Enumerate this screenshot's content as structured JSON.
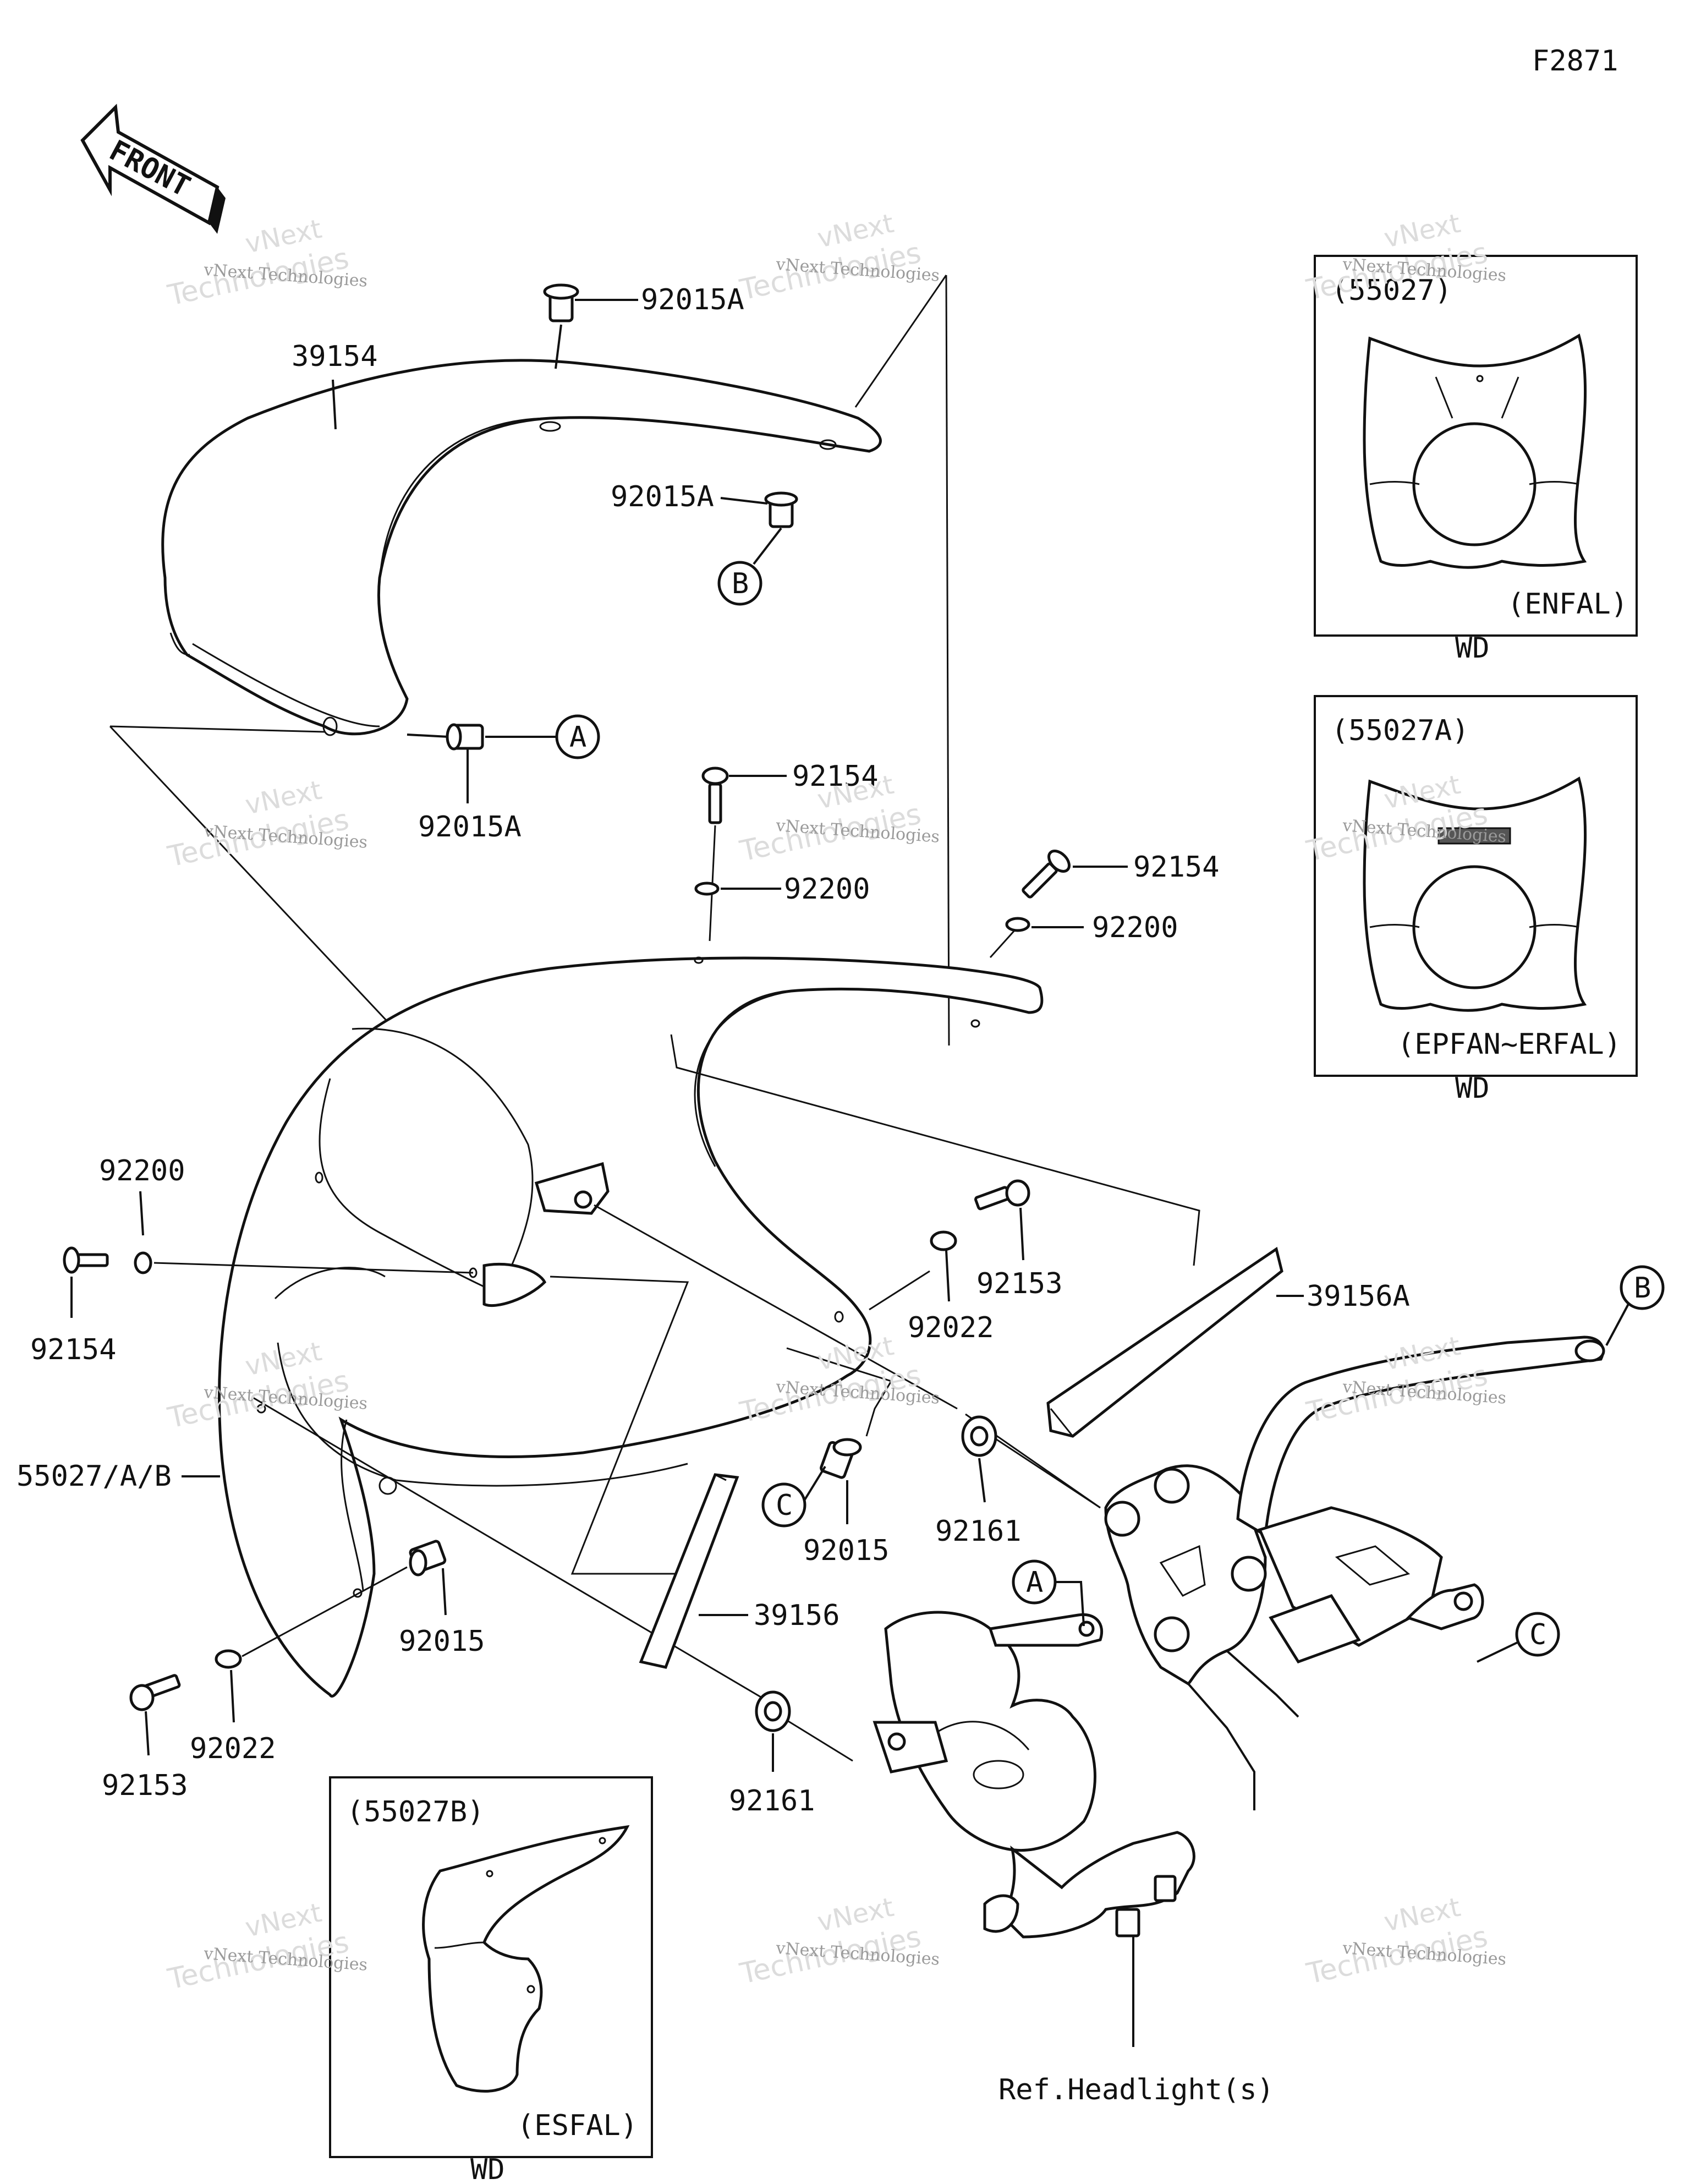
{
  "figure_code": "F2871",
  "front_arrow": "FRONT",
  "watermark": {
    "line1": "vNext Technologies",
    "line2": "vNext",
    "line3": "Technologies"
  },
  "part_labels": {
    "p39154": "39154",
    "p92015A_top": "92015A",
    "p92015A_mid": "92015A",
    "p92015A_low": "92015A",
    "p92154_top": "92154",
    "p92200_top": "92200",
    "p92154_right": "92154",
    "p92200_right": "92200",
    "p92200_left": "92200",
    "p92154_left": "92154",
    "p92153_right": "92153",
    "p92022_right": "92022",
    "p39156A": "39156A",
    "p55027AB": "55027/A/B",
    "p92015_right": "92015",
    "p92161_right": "92161",
    "p39156": "39156",
    "p92015_left": "92015",
    "p92022_left": "92022",
    "p92153_left": "92153",
    "p92161_left": "92161",
    "ref_headlight": "Ref.Headlight(s)"
  },
  "callouts": {
    "A": "A",
    "B": "B",
    "C": "C"
  },
  "insets": [
    {
      "code": "(55027)",
      "variant": "(ENFAL)",
      "note": "WD"
    },
    {
      "code": "(55027A)",
      "variant": "(EPFAN~ERFAL)",
      "note": "WD"
    },
    {
      "code": "(55027B)",
      "variant": "(ESFAL)",
      "note": "WD"
    }
  ]
}
